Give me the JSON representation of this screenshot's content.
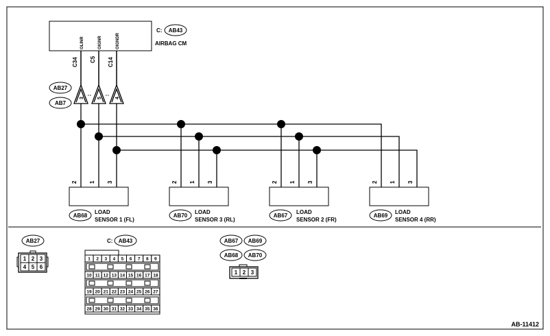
{
  "module": {
    "title": "AIRBAG CM",
    "connector_prefix": "C:",
    "connector_ref": "AB43",
    "pins": [
      "OLINR",
      "OIGNR",
      "OIGNDR"
    ],
    "terminals": [
      "C34",
      "C5",
      "C14"
    ]
  },
  "harness_connectors": {
    "refs": [
      "AB27",
      "AB7"
    ],
    "pins": [
      "3",
      "5",
      "4"
    ]
  },
  "sensors": [
    {
      "ref": "AB68",
      "line1": "LOAD",
      "line2": "SENSOR 1 (FL)",
      "pins": [
        "2",
        "1",
        "3"
      ]
    },
    {
      "ref": "AB70",
      "line1": "LOAD",
      "line2": "SENSOR 3 (RL)",
      "pins": [
        "2",
        "1",
        "3"
      ]
    },
    {
      "ref": "AB67",
      "line1": "LOAD",
      "line2": "SENSOR 2 (FR)",
      "pins": [
        "2",
        "1",
        "3"
      ]
    },
    {
      "ref": "AB69",
      "line1": "LOAD",
      "line2": "SENSOR 4 (RR)",
      "pins": [
        "2",
        "1",
        "3"
      ]
    }
  ],
  "connector_views": {
    "ab27": {
      "ref": "AB27",
      "pins": [
        "1",
        "2",
        "3",
        "4",
        "5",
        "6"
      ]
    },
    "ab43": {
      "prefix": "C:",
      "ref": "AB43",
      "pins": [
        "1",
        "2",
        "3",
        "4",
        "5",
        "6",
        "7",
        "8",
        "9",
        "10",
        "11",
        "12",
        "13",
        "14",
        "15",
        "16",
        "17",
        "18",
        "19",
        "20",
        "21",
        "22",
        "23",
        "24",
        "25",
        "26",
        "27",
        "28",
        "29",
        "30",
        "31",
        "32",
        "33",
        "34",
        "35",
        "36"
      ]
    },
    "sensor": {
      "refs": [
        "AB67",
        "AB69",
        "AB68",
        "AB70"
      ],
      "pins": [
        "1",
        "2",
        "3"
      ]
    }
  },
  "figure_id": "AB-11412"
}
